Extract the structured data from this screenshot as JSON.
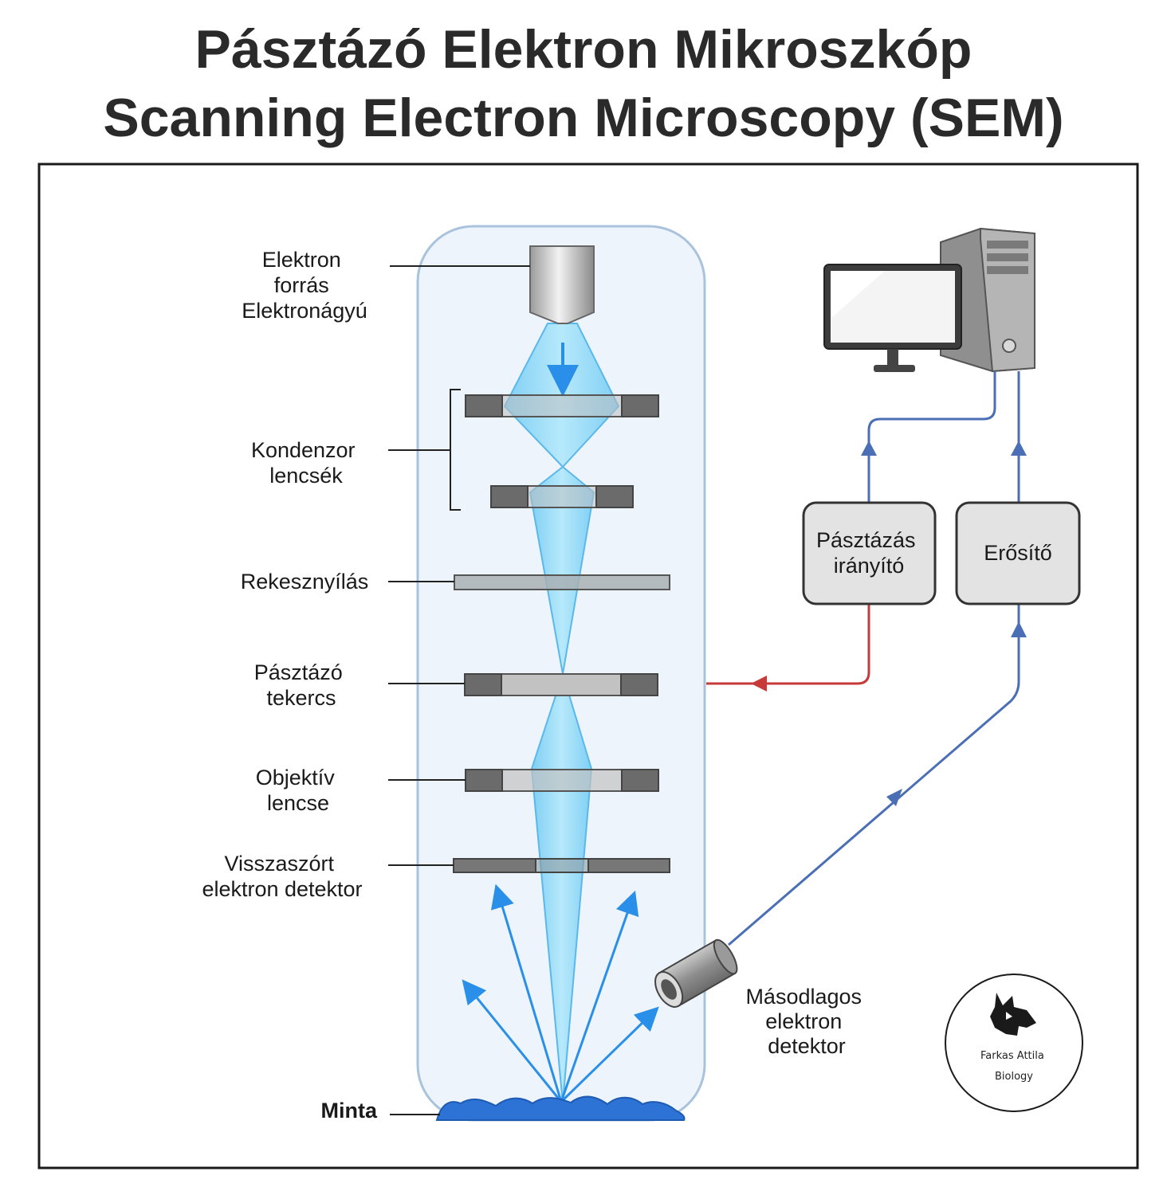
{
  "title": {
    "line1": "Pásztázó Elektron Mikroszkóp",
    "line2": "Scanning Electron Microscopy (SEM)"
  },
  "column_labels": {
    "electron_source": [
      "Elektron",
      "forrás",
      "Elektronágyú"
    ],
    "condenser": [
      "Kondenzor",
      "lencsék"
    ],
    "aperture": [
      "Rekesznyílás"
    ],
    "scan_coil": [
      "Pásztázó",
      "tekercs"
    ],
    "objective": [
      "Objektív",
      "lencse"
    ],
    "backscatter": [
      "Visszaszórt",
      "elektron detektor"
    ],
    "sample": [
      "Minta"
    ]
  },
  "boxes": {
    "scan_controller": [
      "Pásztázás",
      "irányító"
    ],
    "amplifier": [
      "Erősítő"
    ]
  },
  "secondary_detector": [
    "Másodlagos",
    "elektron",
    "detektor"
  ],
  "logo": {
    "line1": "Farkas Attila",
    "line2": "Biology"
  },
  "colors": {
    "beam": "#7fd3f7",
    "signal_line": "#4a6fb5",
    "control_line": "#c73a3a",
    "chamber": "#eef4fb",
    "lens_dark": "#6b6b6b",
    "lens_light": "#bdbdbd",
    "sample": "#2d73d6",
    "arrow": "#2a8fe8"
  }
}
